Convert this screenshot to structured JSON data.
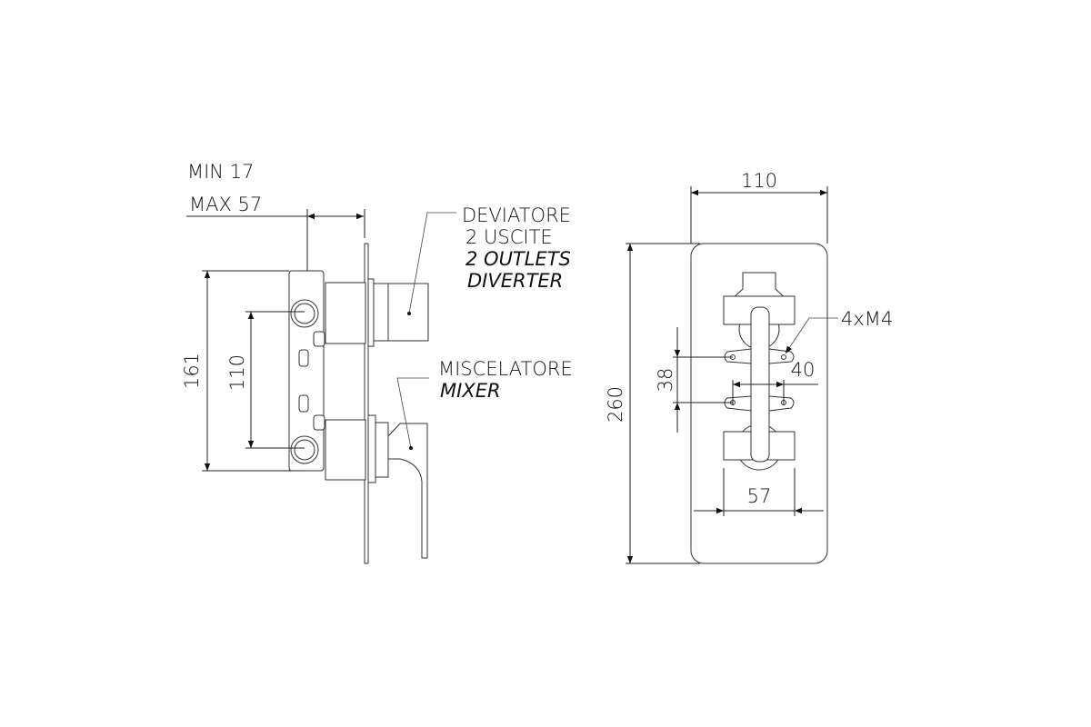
{
  "side_view": {
    "depth_min": "MIN 17",
    "depth_max": "MAX 57",
    "height_dim": "161",
    "spacing_dim": "110",
    "diverter_label": "DEVIATORE",
    "diverter_sub_it": "2 USCITE",
    "diverter_sub_en": "2 OUTLETS",
    "diverter_en": "DIVERTER",
    "mixer_label": "MISCELATORE",
    "mixer_en": "MIXER"
  },
  "front_view": {
    "width_dim": "110",
    "height_dim": "260",
    "holes_label": "4xM4",
    "hole_vert_dim": "38",
    "hole_horiz_dim": "40",
    "handle_width_dim": "57"
  }
}
